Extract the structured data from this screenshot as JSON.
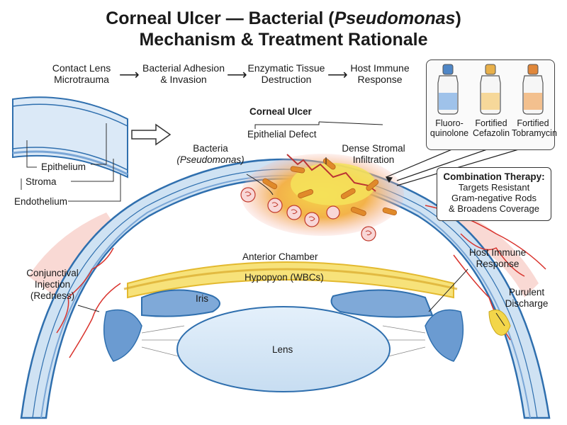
{
  "title": {
    "line1_pre": "Corneal Ulcer — Bacterial (",
    "line1_em": "Pseudomonas",
    "line1_post": ")",
    "line2": "Mechanism & Treatment Rationale"
  },
  "flow_steps": [
    {
      "l1": "Contact Lens",
      "l2": "Microtrauma"
    },
    {
      "l1": "Bacterial Adhesion",
      "l2": "& Invasion"
    },
    {
      "l1": "Enzymatic Tissue",
      "l2": "Destruction"
    },
    {
      "l1": "Host Immune",
      "l2": "Response"
    }
  ],
  "inset_labels": {
    "epithelium": "Epithelium",
    "stroma": "Stroma",
    "endothelium": "Endothelium"
  },
  "ulcer": {
    "title": "Corneal Ulcer",
    "epithelial_defect": "Epithelial Defect",
    "bacteria_l1": "Bacteria",
    "bacteria_l2": "(Pseudomonas)",
    "infiltration_l1": "Dense Stromal",
    "infiltration_l2": "Infiltration"
  },
  "eye": {
    "anterior_chamber": "Anterior Chamber",
    "hypopyon": "Hypopyon (WBCs)",
    "iris": "Iris",
    "lens": "Lens",
    "conj_l1": "Conjunctival",
    "conj_l2": "Injection",
    "conj_l3": "(Redness)",
    "immune_l1": "Host Immune",
    "immune_l2": "Response",
    "discharge_l1": "Purulent",
    "discharge_l2": "Discharge"
  },
  "bottles": [
    {
      "l1": "Fluoro-",
      "l2": "quinolone",
      "cap": "#4f86c6",
      "label": "#9fc2ea"
    },
    {
      "l1": "Fortified",
      "l2": "Cefazolin",
      "cap": "#e8b04a",
      "label": "#f6d89a"
    },
    {
      "l1": "Fortified",
      "l2": "Tobramycin",
      "cap": "#e0873a",
      "label": "#f3c08e"
    }
  ],
  "combination": {
    "heading": "Combination Therapy:",
    "l1": "Targets Resistant",
    "l2": "Gram-negative Rods",
    "l3": "& Broadens Coverage"
  },
  "colors": {
    "cornea": "#cfe2f3",
    "cornea_edge": "#2f6fae",
    "hypopyon": "#f7e27a",
    "infiltrate": "#f1c84b",
    "redness": "#d9322c"
  }
}
